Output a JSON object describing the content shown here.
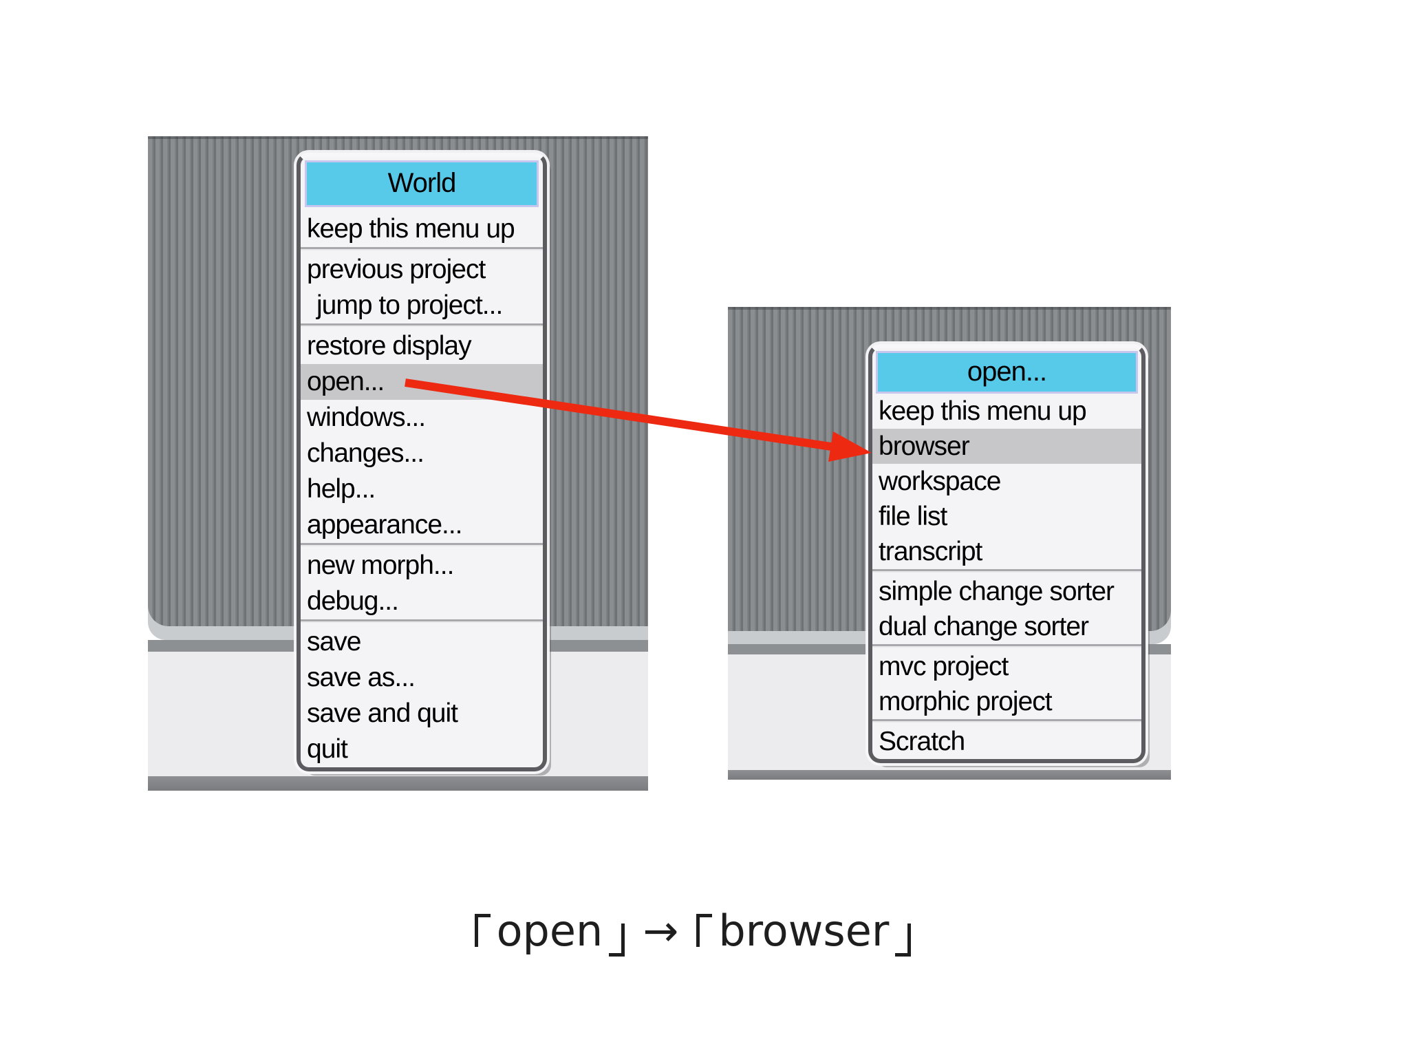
{
  "left_screen": {
    "menu": {
      "title": "World",
      "items": [
        {
          "label": "keep this menu up",
          "divider_after": true
        },
        {
          "label": "previous project"
        },
        {
          "label": "jump to project...",
          "indent": true,
          "divider_after": true
        },
        {
          "label": "restore display"
        },
        {
          "label": "open...",
          "highlighted": true
        },
        {
          "label": "windows..."
        },
        {
          "label": "changes..."
        },
        {
          "label": "help..."
        },
        {
          "label": "appearance...",
          "divider_after": true
        },
        {
          "label": "new morph..."
        },
        {
          "label": "debug...",
          "divider_after": true
        },
        {
          "label": "save"
        },
        {
          "label": "save as..."
        },
        {
          "label": "save and quit"
        },
        {
          "label": "quit"
        }
      ]
    }
  },
  "right_screen": {
    "menu": {
      "title": "open...",
      "items": [
        {
          "label": "keep this menu up"
        },
        {
          "label": "browser",
          "highlighted": true
        },
        {
          "label": "workspace"
        },
        {
          "label": "file list"
        },
        {
          "label": "transcript",
          "divider_after": true
        },
        {
          "label": "simple change sorter"
        },
        {
          "label": "dual change sorter",
          "divider_after": true
        },
        {
          "label": "mvc project"
        },
        {
          "label": "morphic project",
          "divider_after": true
        },
        {
          "label": "Scratch"
        }
      ]
    }
  },
  "annotation_arrow": {
    "color": "#ee2912",
    "from": "open...",
    "to": "browser"
  },
  "caption": {
    "text": "「open」 → 「browser」",
    "left_word": "open",
    "arrow_glyph": "→",
    "right_word": "browser"
  },
  "colors": {
    "menu_title_bg": "#57c9e9",
    "menu_title_border": "#c6c6ef",
    "menu_bg": "#f4f4f6",
    "menu_border": "#5c5c60",
    "highlight_bg": "#c7c7c9",
    "desktop_stripe_light": "#8b8e91",
    "desktop_stripe_dark": "#6f7275",
    "arrow_red": "#ee2912"
  }
}
